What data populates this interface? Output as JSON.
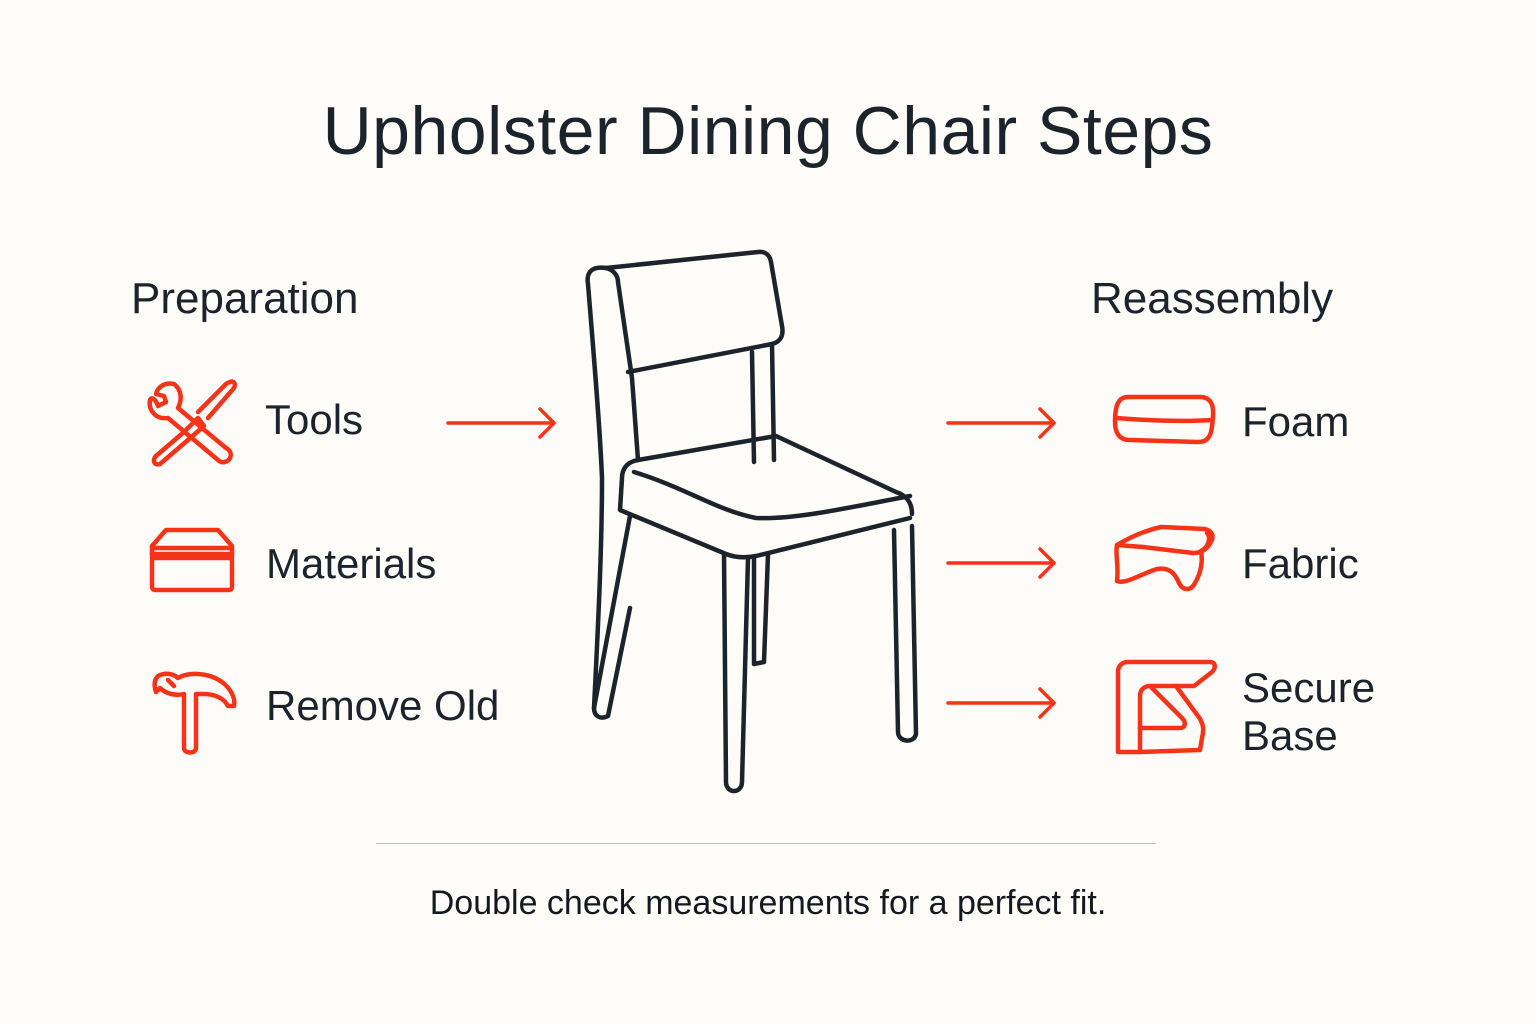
{
  "title": "Upholster Dining Chair Steps",
  "colors": {
    "background": "#fdfcf8",
    "text": "#1d232b",
    "accent": "#f53318",
    "divider": "#bdbdbd"
  },
  "preparation": {
    "heading": "Preparation",
    "steps": [
      {
        "label": "Tools",
        "icon": "wrench-screwdriver-icon"
      },
      {
        "label": "Materials",
        "icon": "stacked-box-icon"
      },
      {
        "label": "Remove Old",
        "icon": "hammer-icon"
      }
    ]
  },
  "center": {
    "illustration": "dining-chair"
  },
  "reassembly": {
    "heading": "Reassembly",
    "steps": [
      {
        "label": "Foam",
        "icon": "foam-cushion-icon"
      },
      {
        "label": "Fabric",
        "icon": "fabric-drape-icon"
      },
      {
        "label_line1": "Secure",
        "label_line2": "Base",
        "label": "Secure Base",
        "icon": "staple-gun-icon"
      }
    ]
  },
  "footer": {
    "note": "Double check measurements for a perfect fit."
  }
}
